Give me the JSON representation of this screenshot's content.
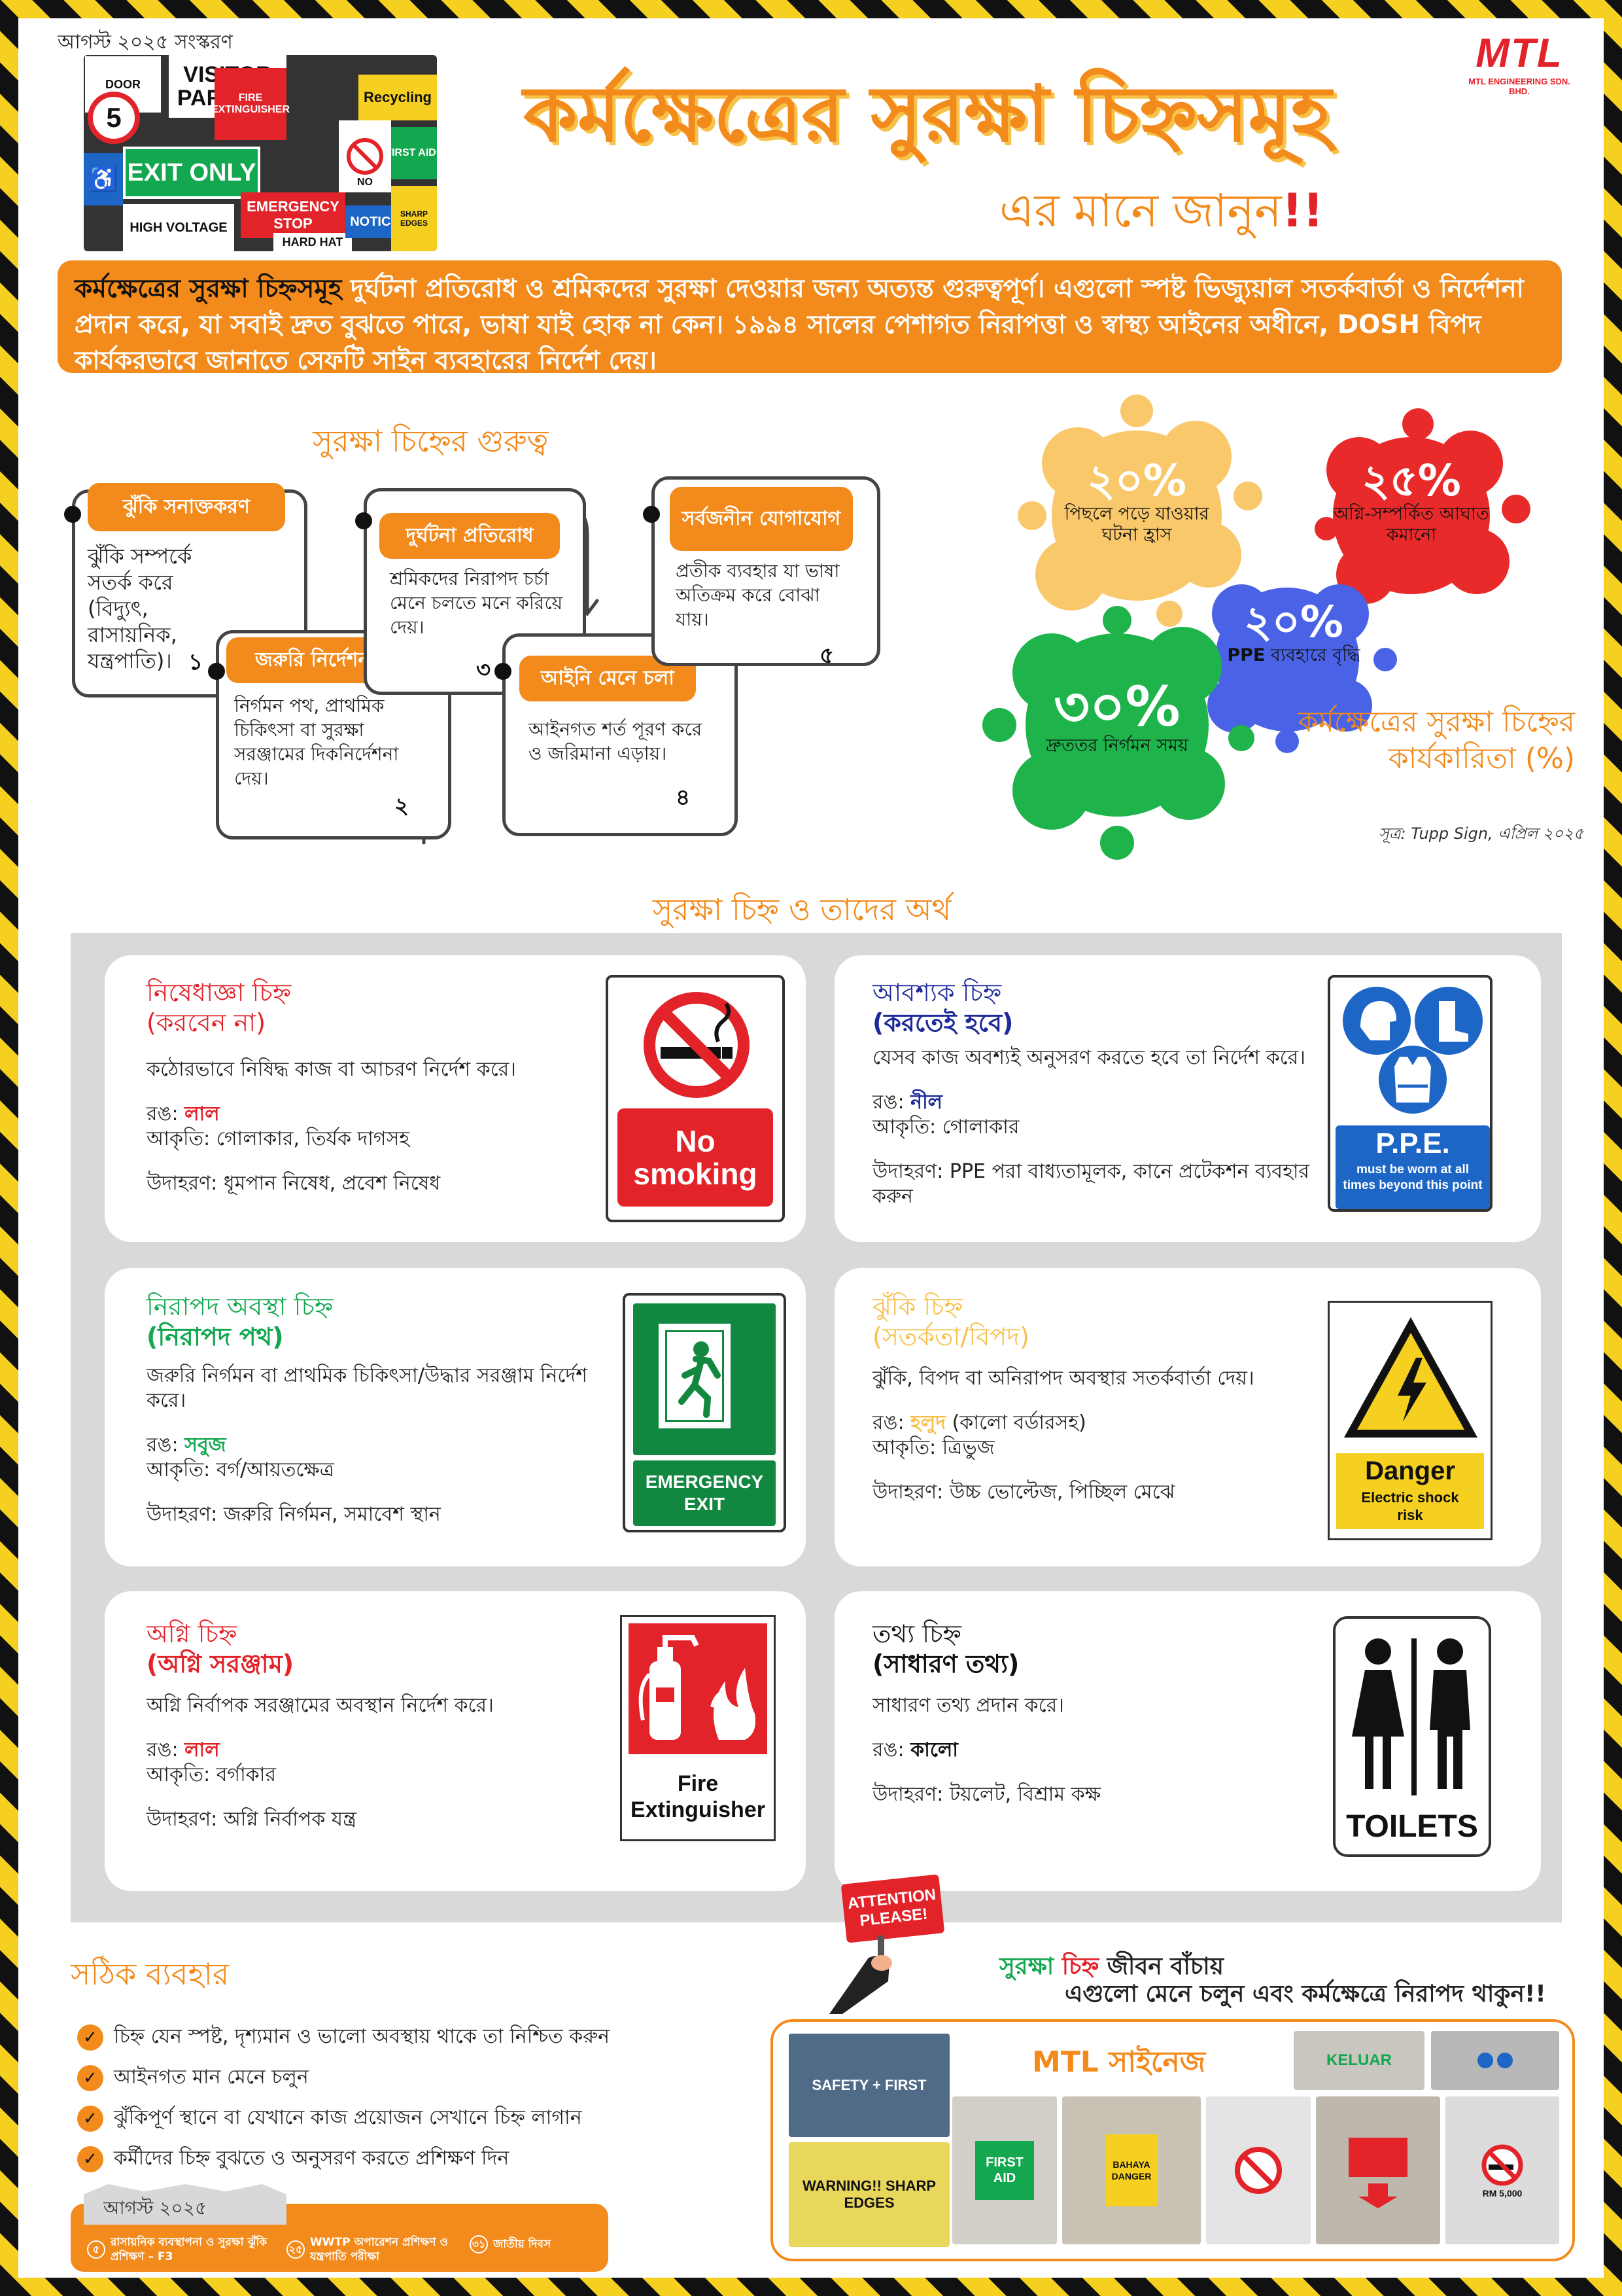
{
  "header": {
    "edition": "আগস্ট ২০২৫ সংস্করণ",
    "title": "কর্মক্ষেত্রের সুরক্ষা চিহ্নসমূহ",
    "subtitle": "এর মানে জানুন",
    "subtitle_exclaim": "!!",
    "logo": "MTL",
    "logo_sub": "MTL ENGINEERING SDN. BHD.",
    "collage": [
      "DOOR",
      "5",
      "VISITOR PARKING",
      "FIRE EXTINGUISHER",
      "Recycling",
      "EXIT ONLY",
      "FIRST AID",
      "EMERGENCY STOP",
      "HIGH VOLTAGE",
      "HARD HAT",
      "NOTICE",
      "SHARP EDGES",
      "NO"
    ]
  },
  "intro": {
    "lead": "কর্মক্ষেত্রের সুরক্ষা চিহ্নসমূহ",
    "text": " দুর্ঘটনা প্রতিরোধ ও শ্রমিকদের সুরক্ষা দেওয়ার জন্য অত্যন্ত গুরুত্বপূর্ণ। এগুলো স্পষ্ট ভিজ্যুয়াল সতর্কবার্তা ও নির্দেশনা প্রদান করে, যা সবাই দ্রুত বুঝতে পারে, ভাষা যাই হোক না কেন। ১৯৯৪ সালের পেশাগত নিরাপত্তা ও স্বাস্থ্য আইনের অধীনে, DOSH বিপদ কার্যকরভাবে জানাতে সেফটি সাইন ব্যবহারের নির্দেশ দেয়।"
  },
  "importance": {
    "title": "সুরক্ষা চিহ্নের গুরুত্ব",
    "steps": [
      {
        "title": "ঝুঁকি সনাক্তকরণ",
        "text": "ঝুঁকি সম্পর্কে সতর্ক করে (বিদ্যুৎ, রাসায়নিক, যন্ত্রপাতি)।",
        "num": "১"
      },
      {
        "title": "জরুরি নির্দেশনা",
        "text": "নির্গমন পথ, প্রাথমিক চিকিৎসা বা সুরক্ষা সরঞ্জামের দিকনির্দেশনা দেয়।",
        "num": "২"
      },
      {
        "title": "দুর্ঘটনা প্রতিরোধ",
        "text": "শ্রমিকদের নিরাপদ চর্চা মেনে চলতে মনে করিয়ে দেয়।",
        "num": "৩"
      },
      {
        "title": "আইনি মেনে চলা",
        "text": "আইনগত শর্ত পূরণ করে ও জরিমানা এড়ায়।",
        "num": "৪"
      },
      {
        "title": "সর্বজনীন যোগাযোগ",
        "text": "প্রতীক ব্যবহার যা ভাষা অতিক্রম করে বোঝা যায়।",
        "num": "৫"
      }
    ]
  },
  "effectiveness": {
    "title": "কর্মক্ষেত্রের সুরক্ষা চিহ্নের কার্যকারিতা (%)",
    "source": "সূত্র: Tupp Sign, এপ্রিল ২০২৫",
    "items": [
      {
        "value": "২০%",
        "label": "পিছলে পড়ে যাওয়ার ঘটনা হ্রাস",
        "color": "#f9c86b"
      },
      {
        "value": "২৫%",
        "label": "অগ্নি-সম্পর্কিত আঘাত কমানো",
        "color": "#e92a2a"
      },
      {
        "value": "২০%",
        "label_bold": "PPE",
        "label": " ব্যবহারে বৃদ্ধি",
        "color": "#4a63e6"
      },
      {
        "value": "৩০%",
        "label": "দ্রুততর নির্গমন সময়",
        "color": "#1fb34c"
      }
    ]
  },
  "signs": {
    "title": "সুরক্ষা চিহ্ন ও তাদের অর্থ",
    "cards": [
      {
        "title1": "নিষেধাজ্ঞা চিহ্ন",
        "title2": "(করবেন না)",
        "color": "#e2232a",
        "desc": "কঠোরভাবে নিষিদ্ধ কাজ বা আচরণ নির্দেশ করে।",
        "color_label": "রঙ: ",
        "color_name": "লাল",
        "shape": "আকৃতি: গোলাকার, তির্যক দাগসহ",
        "example": "উদাহরণ: ধূমপান নিষেধ, প্রবেশ নিষেধ",
        "sign_text": "No smoking"
      },
      {
        "title1": "আবশ্যক চিহ্ন",
        "title2": "(করতেই হবে)",
        "color": "#1d2a9b",
        "desc": "যেসব কাজ অবশ্যই অনুসরণ করতে হবে তা নির্দেশ করে।",
        "color_label": "রঙ: ",
        "color_name": "নীল",
        "shape": "আকৃতি: গোলাকার",
        "example": "উদাহরণ: PPE পরা বাধ্যতামূলক, কানে প্রটেকশন ব্যবহার করুন",
        "sign_text": "P.P.E.",
        "sign_sub": "must be worn at all times beyond this point"
      },
      {
        "title1": "নিরাপদ অবস্থা চিহ্ন",
        "title2": "(নিরাপদ পথ)",
        "color": "#13a750",
        "desc": "জরুরি নির্গমন বা প্রাথমিক চিকিৎসা/উদ্ধার সরঞ্জাম নির্দেশ করে।",
        "color_label": "রঙ: ",
        "color_name": "সবুজ",
        "shape": "আকৃতি: বর্গ/আয়তক্ষেত্র",
        "example": "উদাহরণ: জরুরি নির্গমন, সমাবেশ স্থান",
        "sign_text": "EMERGENCY EXIT"
      },
      {
        "title1": "ঝুঁকি চিহ্ন",
        "title2": "(সতর্কতা/বিপদ)",
        "color": "#f7c04a",
        "desc": "ঝুঁকি, বিপদ বা অনিরাপদ অবস্থার সতর্কবার্তা দেয়।",
        "color_label": "রঙ: ",
        "color_name": "হলুদ",
        "color_extra": " (কালো বর্ডারসহ)",
        "shape": "আকৃতি: ত্রিভুজ",
        "example": "উদাহরণ: উচ্চ ভোল্টেজ, পিচ্ছিল মেঝে",
        "sign_text": "Danger",
        "sign_sub": "Electric shock risk"
      },
      {
        "title1": "অগ্নি চিহ্ন",
        "title2": "(অগ্নি সরঞ্জাম)",
        "color": "#e2232a",
        "desc": "অগ্নি নির্বাপক সরঞ্জামের অবস্থান নির্দেশ করে।",
        "color_label": "রঙ: ",
        "color_name": "লাল",
        "shape": "আকৃতি: বর্গাকার",
        "example": "উদাহরণ: অগ্নি নির্বাপক যন্ত্র",
        "sign_text": "Fire Extinguisher"
      },
      {
        "title1": "তথ্য চিহ্ন",
        "title2": "(সাধারণ তথ্য)",
        "color": "#111111",
        "desc": "সাধারণ তথ্য প্রদান করে।",
        "color_label": "রঙ: ",
        "color_name": "কালো",
        "shape": "",
        "example": "উদাহরণ: টয়লেট, বিশ্রাম কক্ষ",
        "sign_text": "TOILETS"
      }
    ]
  },
  "usage": {
    "title": "সঠিক ব্যবহার",
    "items": [
      "চিহ্ন যেন স্পষ্ট, দৃশ্যমান ও ভালো অবস্থায় থাকে তা নিশ্চিত করুন",
      "আইনগত মান মেনে চলুন",
      "ঝুঁকিপূর্ণ স্থানে বা যেখানে কাজ প্রয়োজন সেখানে চিহ্ন লাগান",
      "কর্মীদের চিহ্ন বুঝতে ও অনুসরণ করতে প্রশিক্ষণ দিন"
    ]
  },
  "footer": {
    "tag": "আগস্ট ২০২৫",
    "events": [
      {
        "num": "৫",
        "text": "রাসায়নিক ব্যবস্থাপনা ও সুরক্ষা ঝুঁকি প্রশিক্ষণ – F3"
      },
      {
        "num": "২৫",
        "text": "WWTP অপারেশন প্রশিক্ষণ ও যন্ত্রপাতি পরীক্ষা"
      },
      {
        "num": "৩১",
        "text": "জাতীয় দিবস"
      }
    ]
  },
  "slogan": {
    "word1": "সুরক্ষা",
    "word2": " চিহ্ন",
    "rest": " জীবন বাঁচায়",
    "line2": "এগুলো মেনে চলুন এবং কর্মক্ষেত্রে নিরাপদ থাকুন!!",
    "attention": "ATTENTION PLEASE!"
  },
  "showcase": {
    "title": "MTL সাইনেজ",
    "photos": [
      "SAFETY + FIRST",
      "KELUAR",
      "FIRST AID",
      "BAHAYA DANGER",
      "WARNING!! SHARP EDGES",
      "RM 5,000"
    ]
  }
}
